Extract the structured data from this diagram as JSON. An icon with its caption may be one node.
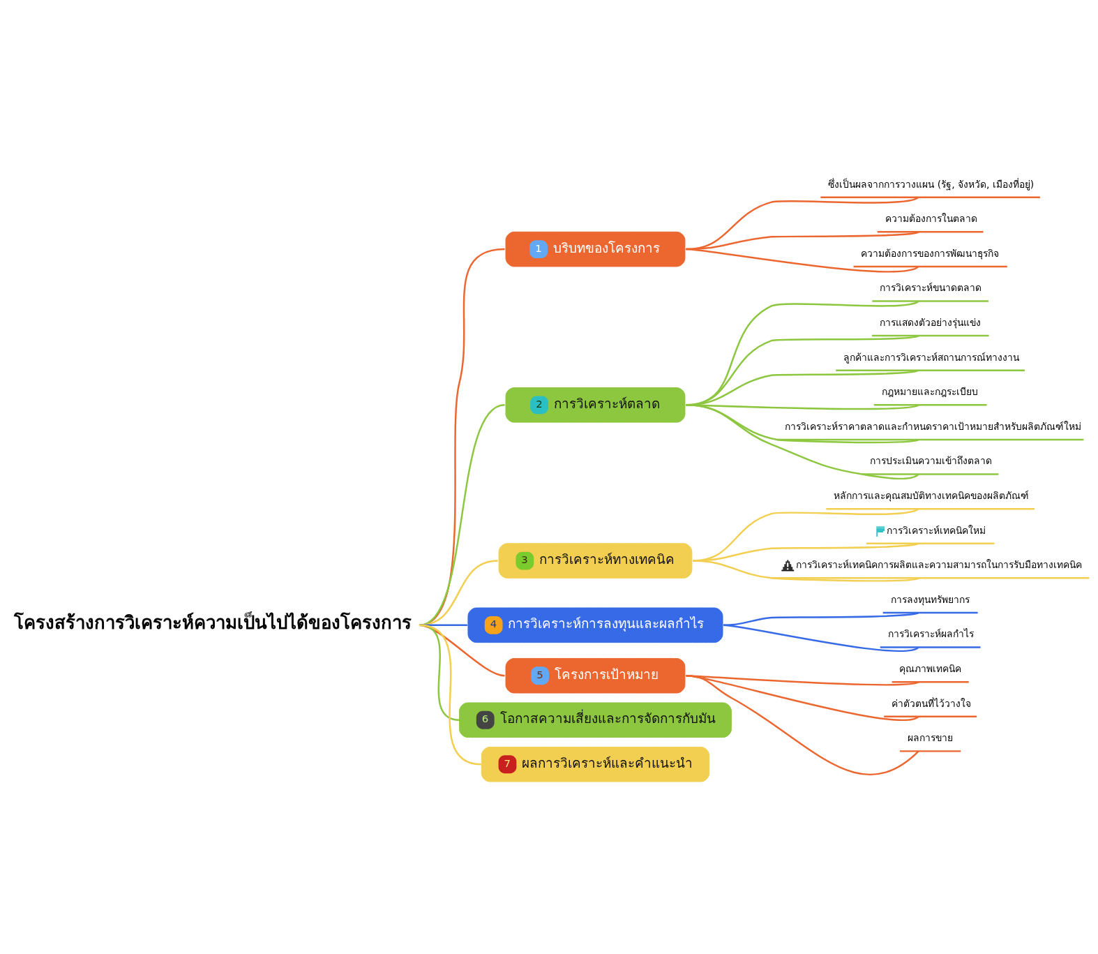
{
  "diagram": {
    "nodes": [
      {
        "text": [
          "โครงสร้างการวิเคราะห์ความเป็นไปได้ของโครงการ"
        ]
      },
      {
        "text": [
          "1",
          "บริบทของโครงการ"
        ]
      },
      {
        "text": [
          "ซึ่งเป็นผลจากการวางแผน (รัฐ, จังหวัด, เมืองที่อยู่)"
        ]
      },
      {
        "text": [
          "ความต้องการในตลาด"
        ]
      },
      {
        "text": [
          "ความต้องการของการพัฒนาธุรกิจ"
        ]
      },
      {
        "text": [
          "2",
          "การวิเคราะห์ตลาด"
        ]
      },
      {
        "text": [
          "การวิเคราะห์ขนาดตลาด"
        ]
      },
      {
        "text": [
          "การแสดงตัวอย่างรุ่นแข่ง"
        ]
      },
      {
        "text": [
          "ลูกค้าและการวิเคราะห์สถานการณ์ทางงาน"
        ]
      },
      {
        "text": [
          "กฎหมายและกฎระเบียบ"
        ]
      },
      {
        "text": [
          "การวิเคราะห์ราคาตลาดและกำหนดราคาเป้าหมายสำหรับผลิตภัณฑ์ใหม่"
        ]
      },
      {
        "text": [
          "การประเมินความเข้าถึงตลาด"
        ]
      },
      {
        "text": [
          "3",
          "การวิเคราะห์ทางเทคนิค"
        ]
      },
      {
        "text": [
          "หลักการและคุณสมบัติทางเทคนิคของผลิตภัณฑ์"
        ]
      },
      {
        "text": [
          "การวิเคราะห์เทคนิคใหม่"
        ]
      },
      {
        "text": [
          "การวิเคราะห์เทคนิคการผลิตและความสามารถในการรับมือทางเทคนิค"
        ]
      },
      {
        "text": [
          "4",
          "การวิเคราะห์การลงทุนและผลกำไร"
        ]
      },
      {
        "text": [
          "การลงทุนทรัพยากร"
        ]
      },
      {
        "text": [
          "การวิเคราะห์ผลกำไร"
        ]
      },
      {
        "text": [
          "5",
          "โครงการเป้าหมาย"
        ]
      },
      {
        "text": [
          "คุณภาพเทคนิค"
        ]
      },
      {
        "text": [
          "ค่าตัวตนที่ไว้วางใจ"
        ]
      },
      {
        "text": [
          "ผลการขาย"
        ]
      },
      {
        "text": [
          "6",
          "โอกาสความเสี่ยงและการจัดการกับมัน"
        ]
      },
      {
        "text": [
          "7",
          "ผลการวิเคราะห์และคำแนะนำ"
        ]
      }
    ],
    "edges": [
      {
        "from": 0,
        "to": 1,
        "arrow": "none",
        "color": "#ec6730"
      },
      {
        "from": 1,
        "to": 2,
        "arrow": "none",
        "color": "#ec6730"
      },
      {
        "from": 1,
        "to": 3,
        "arrow": "none",
        "color": "#ec6730"
      },
      {
        "from": 1,
        "to": 4,
        "arrow": "none",
        "color": "#ec6730"
      },
      {
        "from": 0,
        "to": 5,
        "arrow": "none",
        "color": "#8dc63f"
      },
      {
        "from": 5,
        "to": 6,
        "arrow": "none",
        "color": "#8dc63f"
      },
      {
        "from": 5,
        "to": 7,
        "arrow": "none",
        "color": "#8dc63f"
      },
      {
        "from": 5,
        "to": 8,
        "arrow": "none",
        "color": "#8dc63f"
      },
      {
        "from": 5,
        "to": 9,
        "arrow": "none",
        "color": "#8dc63f"
      },
      {
        "from": 5,
        "to": 10,
        "arrow": "none",
        "color": "#8dc63f"
      },
      {
        "from": 5,
        "to": 11,
        "arrow": "none",
        "color": "#8dc63f"
      },
      {
        "from": 0,
        "to": 12,
        "arrow": "none",
        "color": "#f2cf50"
      },
      {
        "from": 12,
        "to": 13,
        "arrow": "none",
        "color": "#f2cf50"
      },
      {
        "from": 12,
        "to": 14,
        "arrow": "none",
        "color": "#f2cf50"
      },
      {
        "from": 12,
        "to": 15,
        "arrow": "none",
        "color": "#f2cf50"
      },
      {
        "from": 0,
        "to": 16,
        "arrow": "none",
        "color": "#376ae6"
      },
      {
        "from": 16,
        "to": 17,
        "arrow": "none",
        "color": "#376ae6"
      },
      {
        "from": 16,
        "to": 18,
        "arrow": "none",
        "color": "#376ae6"
      },
      {
        "from": 0,
        "to": 19,
        "arrow": "none",
        "color": "#ec6730"
      },
      {
        "from": 19,
        "to": 20,
        "arrow": "none",
        "color": "#ec6730"
      },
      {
        "from": 19,
        "to": 21,
        "arrow": "none",
        "color": "#ec6730"
      },
      {
        "from": 19,
        "to": 22,
        "arrow": "none",
        "color": "#ec6730"
      },
      {
        "from": 0,
        "to": 23,
        "arrow": "none",
        "color": "#8dc63f"
      },
      {
        "from": 0,
        "to": 24,
        "arrow": "none",
        "color": "#f2cf50"
      }
    ]
  }
}
